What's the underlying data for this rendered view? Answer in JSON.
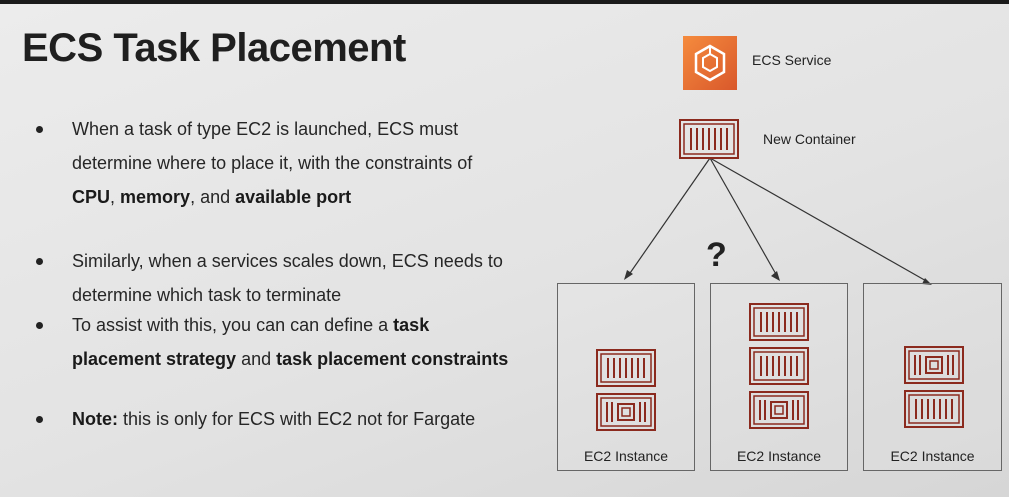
{
  "slide": {
    "title": "ECS Task Placement",
    "bullets": [
      {
        "parts": [
          {
            "t": "When a task of type EC2 is launched, ECS must determine where to place it, with the constraints of ",
            "b": false
          },
          {
            "t": "CPU",
            "b": true
          },
          {
            "t": ", ",
            "b": false
          },
          {
            "t": "memory",
            "b": true
          },
          {
            "t": ", and ",
            "b": false
          },
          {
            "t": "available port",
            "b": true
          }
        ]
      },
      {
        "parts": [
          {
            "t": "Similarly, when a services scales down, ECS needs to determine which task to terminate",
            "b": false
          }
        ]
      },
      {
        "parts": [
          {
            "t": "To assist with this, you can can define a ",
            "b": false
          },
          {
            "t": "task placement strategy",
            "b": true
          },
          {
            "t": " and ",
            "b": false
          },
          {
            "t": "task placement constraints",
            "b": true
          }
        ]
      },
      {
        "parts": [
          {
            "t": "Note:",
            "b": true
          },
          {
            "t": " this is only for ECS with EC2 not for Fargate",
            "b": false
          }
        ]
      }
    ]
  },
  "diagram": {
    "service_label": "ECS Service",
    "new_container_label": "New Container",
    "question_mark": "?",
    "instances": [
      {
        "label": "EC2 Instance"
      },
      {
        "label": "EC2 Instance"
      },
      {
        "label": "EC2 Instance"
      }
    ],
    "colors": {
      "service_orange": "#e86a33",
      "container_red": "#8b2a1e",
      "line": "#333333"
    },
    "icons": [
      "ecs-service-icon",
      "container-icon",
      "task-icon"
    ]
  }
}
